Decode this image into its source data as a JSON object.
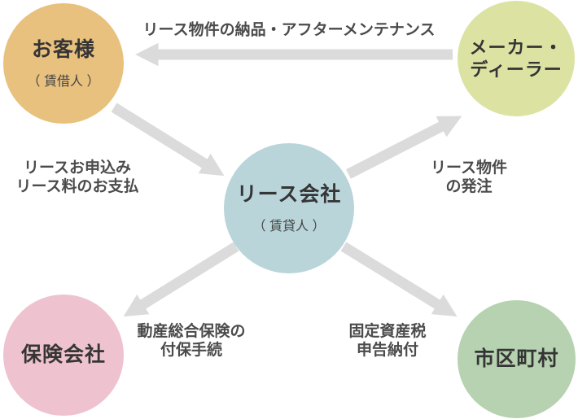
{
  "diagram": {
    "background_color": "#ffffff",
    "arrow_color": "#dbdbdb",
    "nodes": {
      "customer": {
        "title": "お客様",
        "subtitle": "（ 賃借人 ）",
        "color": "#e9c17f"
      },
      "maker_dealer": {
        "title_line1": "メーカー・",
        "title_line2": "ディーラー",
        "color": "#dce3a2"
      },
      "lease_company": {
        "title": "リース会社",
        "subtitle": "（ 賃貸人 ）",
        "color": "#b9d5d9"
      },
      "insurance_company": {
        "title": "保険会社",
        "color": "#eec3cf"
      },
      "municipality": {
        "title": "市区町村",
        "color": "#b6d2b0"
      }
    },
    "edges": {
      "delivery": {
        "label": "リース物件の納品・アフターメンテナンス",
        "from": "maker_dealer",
        "to": "customer"
      },
      "application": {
        "label_line1": "リースお申込み",
        "label_line2": "リース料のお支払",
        "from": "customer",
        "to": "lease_company"
      },
      "order": {
        "label_line1": "リース物件",
        "label_line2": "の発注",
        "from": "lease_company",
        "to": "maker_dealer"
      },
      "insurance": {
        "label_line1": "動産総合保険の",
        "label_line2": "付保手続",
        "from": "lease_company",
        "to": "insurance_company"
      },
      "tax": {
        "label_line1": "固定資産税",
        "label_line2": "申告納付",
        "from": "lease_company",
        "to": "municipality"
      }
    }
  }
}
